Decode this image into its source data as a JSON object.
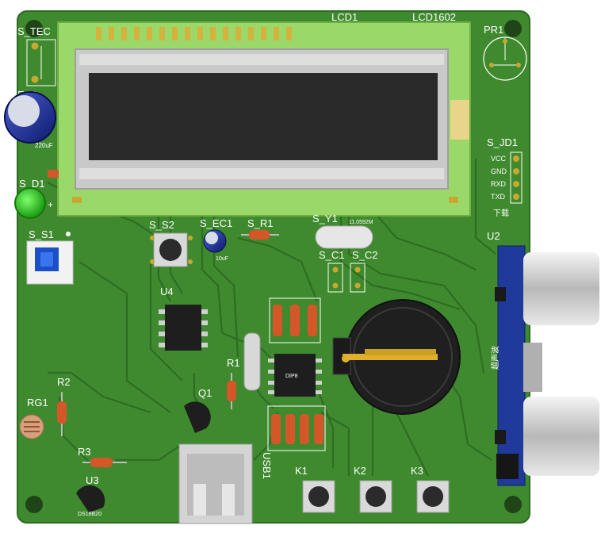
{
  "board": {
    "pcb_color": "#3f8a2e",
    "trace_color": "#2c6a20",
    "silk_color": "#ffffff",
    "pad_color": "#c8a832"
  },
  "lcd": {
    "ref": "LCD1",
    "model": "LCD1602",
    "pcb_color": "#9bd86a",
    "bezel_color": "#c8c8c8",
    "screen_color": "#2a2a2a"
  },
  "labels": {
    "s_tec": "S_TEC",
    "ec1": "EC1",
    "ec1_value": "220uF",
    "s_d1": "S_D1",
    "s_s1": "S_S1",
    "s_s2": "S_S2",
    "s_ec1": "S_EC1",
    "s_ec1_value": "10uF",
    "s_r1": "S_R1",
    "s_y1": "S_Y1",
    "s_y1_value": "11.0592M",
    "s_c1": "S_C1",
    "s_c2": "S_C2",
    "pr1": "PR1",
    "s_jd1": "S_JD1",
    "pin_vcc": "VCC",
    "pin_gnd": "GND",
    "pin_rxd": "RXD",
    "pin_txd": "TXD",
    "download": "下载",
    "u2": "U2",
    "ultrasonic": "超声波",
    "u4": "U4",
    "r1": "R1",
    "q1": "Q1",
    "r2": "R2",
    "rg1": "RG1",
    "r3": "R3",
    "u3": "U3",
    "u3_model": "DS18B20",
    "usb1": "USB1",
    "k1": "K1",
    "k2": "K2",
    "k3": "K3",
    "mcu_chip": "DIP8"
  }
}
